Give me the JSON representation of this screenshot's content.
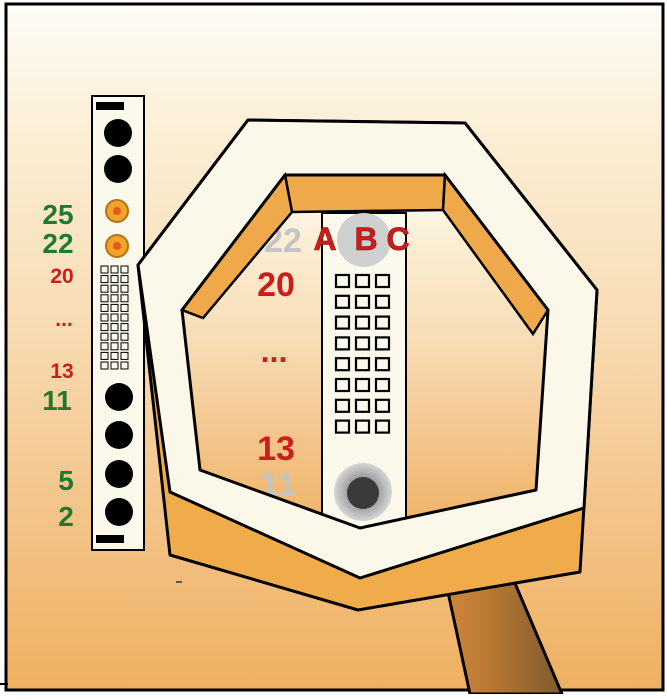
{
  "strip_labels": {
    "green_top": [
      "25",
      "22"
    ],
    "red": [
      "20",
      "...",
      "13"
    ],
    "green_bottom": [
      "11",
      "5",
      "2"
    ]
  },
  "magnified": {
    "ghost_top": "22",
    "columns": [
      "A",
      "B",
      "C"
    ],
    "row_top": "20",
    "ellipsis": "...",
    "row_bottom": "13",
    "ghost_bottom": "11"
  },
  "colors": {
    "label_green": "#1f7a2e",
    "label_red": "#cc1d1d",
    "ghost_gray": "#c4c4c4",
    "frame_face": "#fbf8ea",
    "frame_inner": "#efa94a",
    "handle": "#c77d35"
  },
  "icons": [
    "magnifier-icon",
    "connector-contact-icon",
    "led-icon"
  ]
}
